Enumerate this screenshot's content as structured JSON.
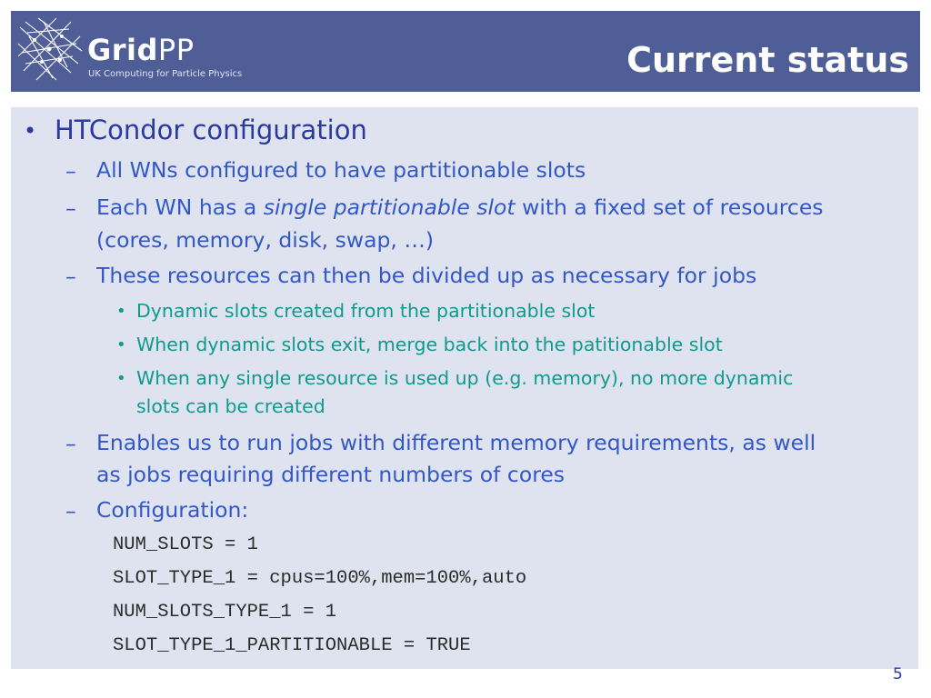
{
  "header": {
    "logo_text_bold": "Grid",
    "logo_text_light": "PP",
    "logo_tagline": "UK Computing for Particle Physics",
    "title": "Current status",
    "bg_color": "#4f5e96"
  },
  "content": {
    "bg_color": "#dee3ef",
    "bullet": "HTCondor configuration",
    "items": [
      {
        "text": "All WNs configured to have partitionable slots"
      },
      {
        "pre": "Each WN has a ",
        "emph": "single partitionable slot",
        "post": " with a fixed set of resources",
        "cont": "(cores, memory, disk, swap, …)"
      },
      {
        "text": "These resources can then be divided up as necessary for jobs"
      },
      {
        "text": "Enables us to run jobs with different memory requirements, as well",
        "cont": "as jobs requiring different numbers of cores"
      },
      {
        "text": "Configuration:"
      }
    ],
    "subitems": [
      {
        "text": "Dynamic slots created from the partitionable slot"
      },
      {
        "text": "When dynamic slots exit, merge back into the patitionable slot"
      },
      {
        "text": "When any single resource is used up (e.g. memory), no more dynamic",
        "cont": "slots can be created"
      }
    ],
    "code_lines": [
      "NUM_SLOTS = 1",
      "SLOT_TYPE_1 = cpus=100%,mem=100%,auto",
      "NUM_SLOTS_TYPE_1 = 1",
      "SLOT_TYPE_1_PARTITIONABLE = TRUE"
    ],
    "markers": {
      "level1": "•",
      "level2": "–",
      "level3": "•"
    }
  },
  "footer": {
    "page_number": "5"
  }
}
